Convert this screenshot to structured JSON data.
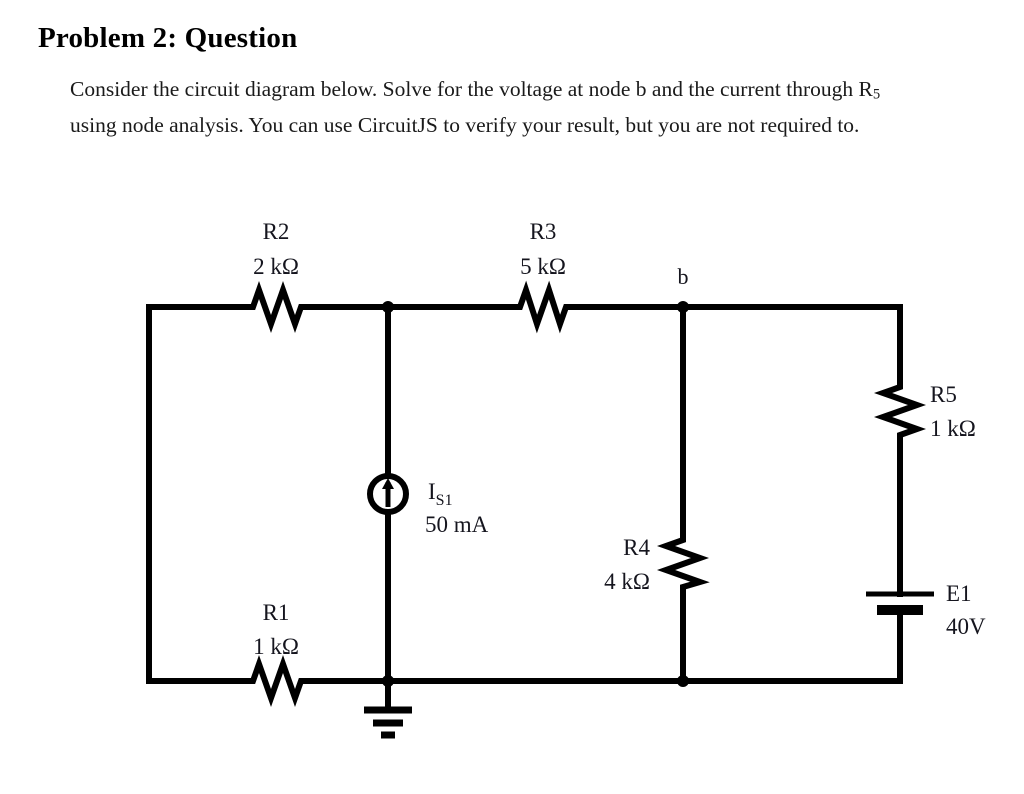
{
  "problem": {
    "title": "Problem 2: Question",
    "body_part1": "Consider the circuit diagram below.  Solve for the voltage at node b and the current through R",
    "body_sub": "5",
    "body_part2": " using node analysis.  You can use CircuitJS to verify your result, but you are not required to."
  },
  "circuit": {
    "node_label_b": "b",
    "components": {
      "r1": {
        "name": "R1",
        "value": "1 kΩ"
      },
      "r2": {
        "name": "R2",
        "value": "2 kΩ"
      },
      "r3": {
        "name": "R3",
        "value": "5 kΩ"
      },
      "r4": {
        "name": "R4",
        "value": "4 kΩ"
      },
      "r5": {
        "name": "R5",
        "value": "1 kΩ"
      },
      "is1": {
        "name": "I",
        "name_sub": "S1",
        "value": "50 mA"
      },
      "e1": {
        "name": "E1",
        "value": "40V"
      }
    },
    "colors": {
      "wire": "#000000",
      "text": "#15151e",
      "background": "#ffffff"
    }
  }
}
